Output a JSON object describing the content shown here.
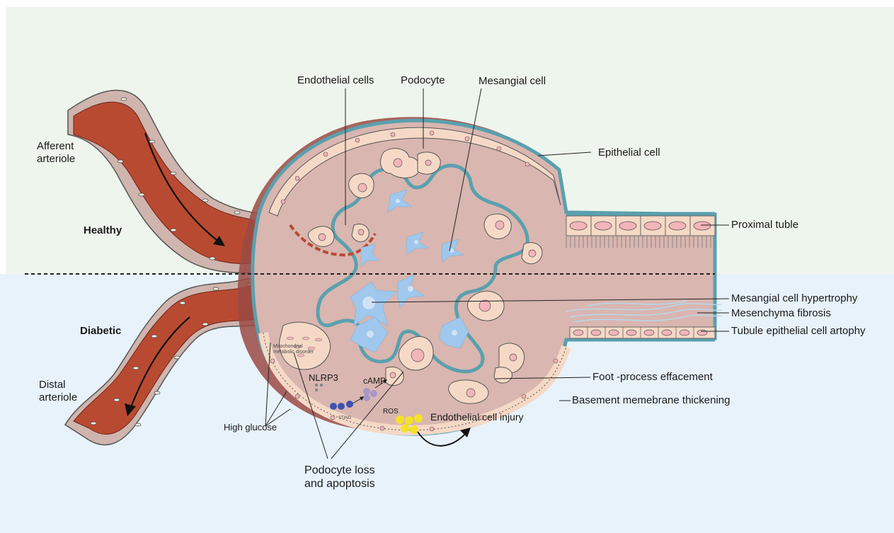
{
  "labels": {
    "afferent_arteriole": "Afferent\narteriole",
    "healthy": "Healthy",
    "diabetic": "Diabetic",
    "distal_arteriole": "Distal\narteriole",
    "endothelial_cells": "Endothelial cells",
    "podocyte": "Podocyte",
    "mesangial_cell": "Mesangial cell",
    "epithelial_cell": "Epithelial cell",
    "proximal_tuble": "Proximal tuble",
    "mesangial_cell_hypertrophy": "Mesangial cell hypertrophy",
    "mesenchyma_fibrosis": "Mesenchyma fibrosis",
    "tubule_epithelial_cell_artophy": "Tubule epithelial cell artophy",
    "foot_process_effacement": "Foot -process effacement",
    "basement_memebrane_thickening": "Basement memebrane thickening",
    "endothelial_cell_injury": "Endothelial cell injury",
    "high_glucose": "High glucose",
    "podocyte_loss_apoptosis": "Podocyte loss\nand apoptosis",
    "nlrp3": "NLRP3",
    "camp": "cAMP",
    "ros": "ROS",
    "sting": "STING",
    "mito_disorder": "Mitochondrial\nmetabolic disorder"
  },
  "colors": {
    "healthy_bg": "#eef5ec",
    "diabetic_bg": "#e8f2fb",
    "capsule_fill": "#d9b6b0",
    "capsule_outline": "#5aa0ae",
    "capsule_shadow": "#9a4a44",
    "vessel_lumen": "#b94a32",
    "vessel_wall": "#cfb5ae",
    "podocyte_fill": "#f5d9c6",
    "nucleus": "#f2b5b8",
    "mesangial_blue": "#9fc8ec",
    "ros_yellow": "#f3e22a",
    "sting_blue": "#4052b0",
    "camp_purple": "#a597c8"
  }
}
